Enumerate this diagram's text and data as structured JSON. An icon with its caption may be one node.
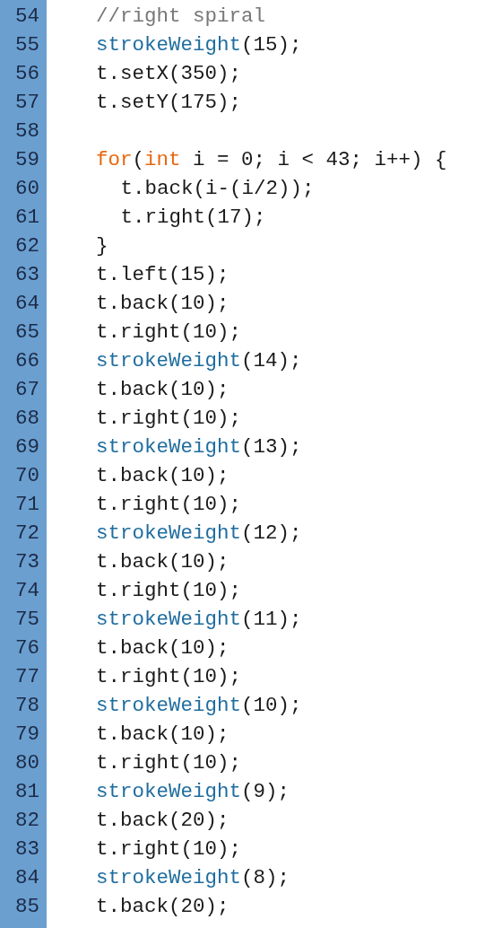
{
  "diagram": {
    "labels": [
      "54",
      "//right spiral",
      "55",
      "strokeWeight(15);",
      "56",
      "t.setX(350);",
      "57",
      "t.setY(175);",
      "58",
      "59",
      "for(int i = 0; i < 43; i++) {",
      "60",
      "t.back(i-(i/2));",
      "61",
      "t.right(17);",
      "62",
      "}",
      "63",
      "t.left(15);",
      "64",
      "t.back(10);",
      "65",
      "t.right(10);",
      "66",
      "strokeWeight(14);",
      "67",
      "t.back(10);",
      "68",
      "t.right(10);",
      "69",
      "strokeWeight(13);",
      "70",
      "t.back(10);",
      "71",
      "t.right(10);",
      "72",
      "strokeWeight(12);",
      "73",
      "t.back(10);",
      "74",
      "t.right(10);",
      "75",
      "strokeWeight(11);",
      "76",
      "t.back(10);",
      "77",
      "t.right(10);",
      "78",
      "strokeWeight(10);",
      "79",
      "t.back(10);",
      "80",
      "t.right(10);",
      "81",
      "strokeWeight(9);",
      "82",
      "t.back(20);",
      "83",
      "t.right(10);",
      "84",
      "strokeWeight(8);",
      "85",
      "t.back(20);"
    ]
  }
}
